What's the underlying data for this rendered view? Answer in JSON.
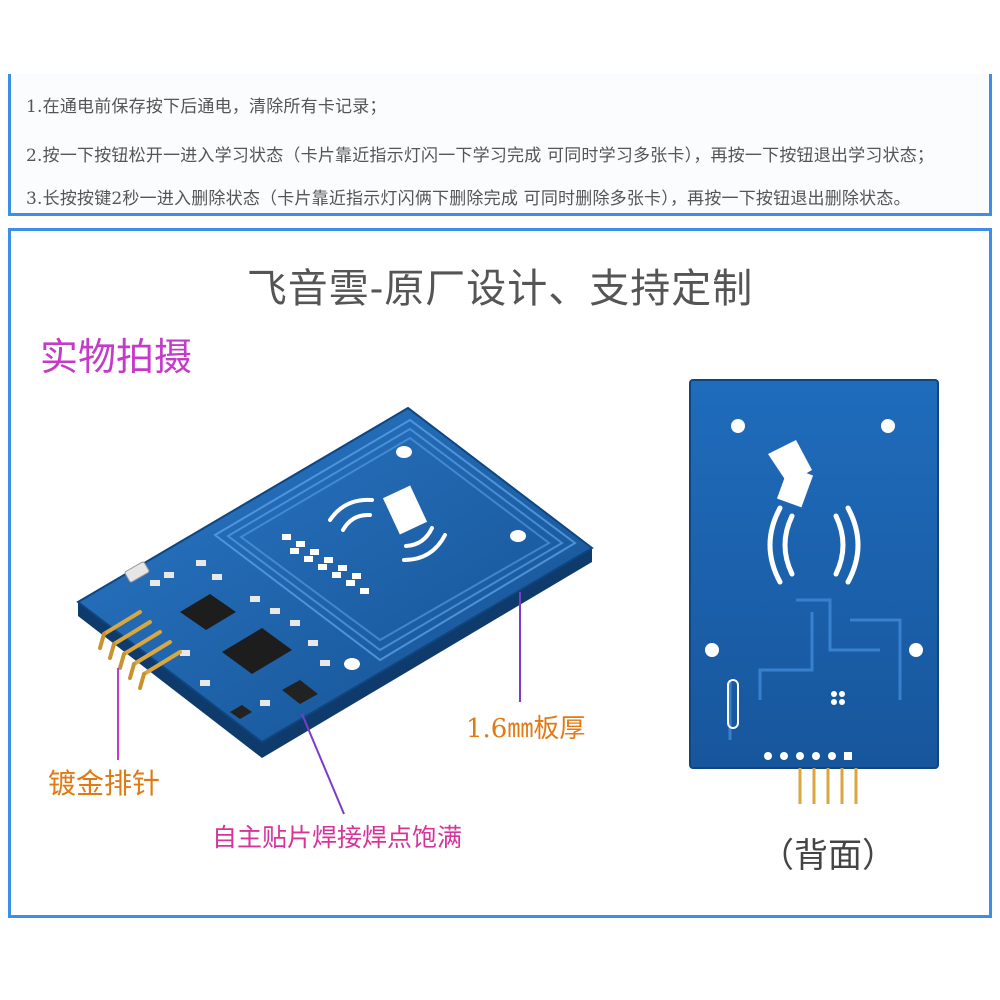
{
  "notes": [
    "1.在通电前保存按下后通电，清除所有卡记录；",
    "2.按一下按钮松开一进入学习状态（卡片靠近指示灯闪一下学习完成 可同时学习多张卡），再按一下按钮退出学习状态；",
    "3.长按按键2秒一进入删除状态（卡片靠近指示灯闪俩下删除完成 可同时删除多张卡），再按一下按钮退出删除状态。"
  ],
  "headline": "飞音雲-原厂设计、支持定制",
  "section_title": "实物拍摄",
  "callouts": {
    "header_pins": "镀金排针",
    "solder": "自主贴片焊接焊点饱满",
    "thickness": "1.6㎜板厚",
    "back_side": "（背面）"
  },
  "colors": {
    "frame": "#3c8ee8",
    "pcb": "#1b5fa8",
    "title_accent": "#c43bc9",
    "callout_orange": "#e07a13",
    "callout_violet": "#d8339a",
    "gold": "#d9a640"
  }
}
